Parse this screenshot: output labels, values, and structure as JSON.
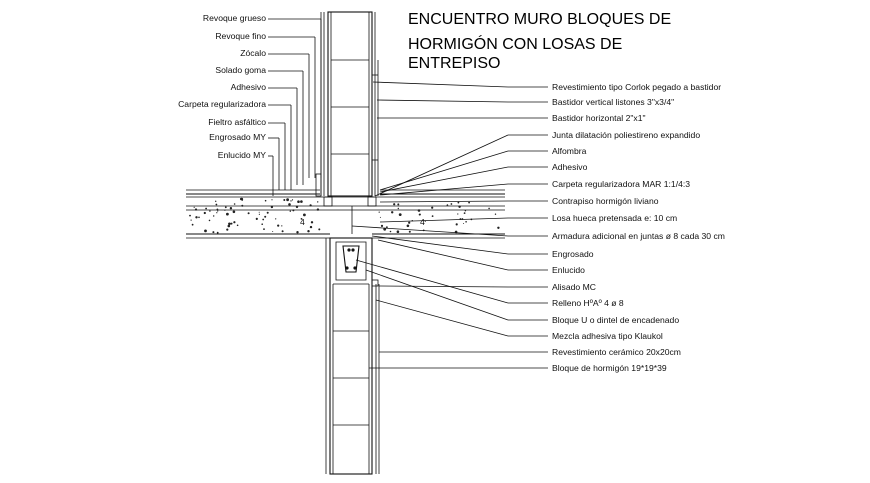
{
  "title_lines": [
    "ENCUENTRO MURO BLOQUES DE",
    "HORMIGÓN CON LOSAS DE",
    "ENTREPISO"
  ],
  "left_labels": [
    "Revoque grueso",
    "Revoque fino",
    "Zócalo",
    "Solado goma",
    "Adhesivo",
    "Carpeta regularizadora",
    "Fieltro asfáltico",
    "Engrosado MY",
    "Enlucido MY"
  ],
  "right_labels": [
    "Revestimiento tipo Corlok pegado a bastidor",
    "Bastidor vertical listones 3\"x3/4\"",
    "Bastidor horizontal 2\"x1\"",
    "Junta dilatación poliestireno expandido",
    "Alfombra",
    "Adhesivo",
    "Carpeta regularizadora MAR 1:1/4:3",
    "Contrapiso hormigón liviano",
    "Losa hueca pretensada e: 10 cm",
    "Armadura adicional en juntas ø 8 cada 30 cm",
    "Engrosado",
    "Enlucido",
    "Alisado MC",
    "Relleno HºAº 4 ø 8",
    "Bloque U o dintel de encadenado",
    "Mezcla adhesiva tipo Klaukol",
    "Revestimiento cerámico 20x20cm",
    "Bloque de hormigón 19*19*39"
  ],
  "slab_mark": "4"
}
